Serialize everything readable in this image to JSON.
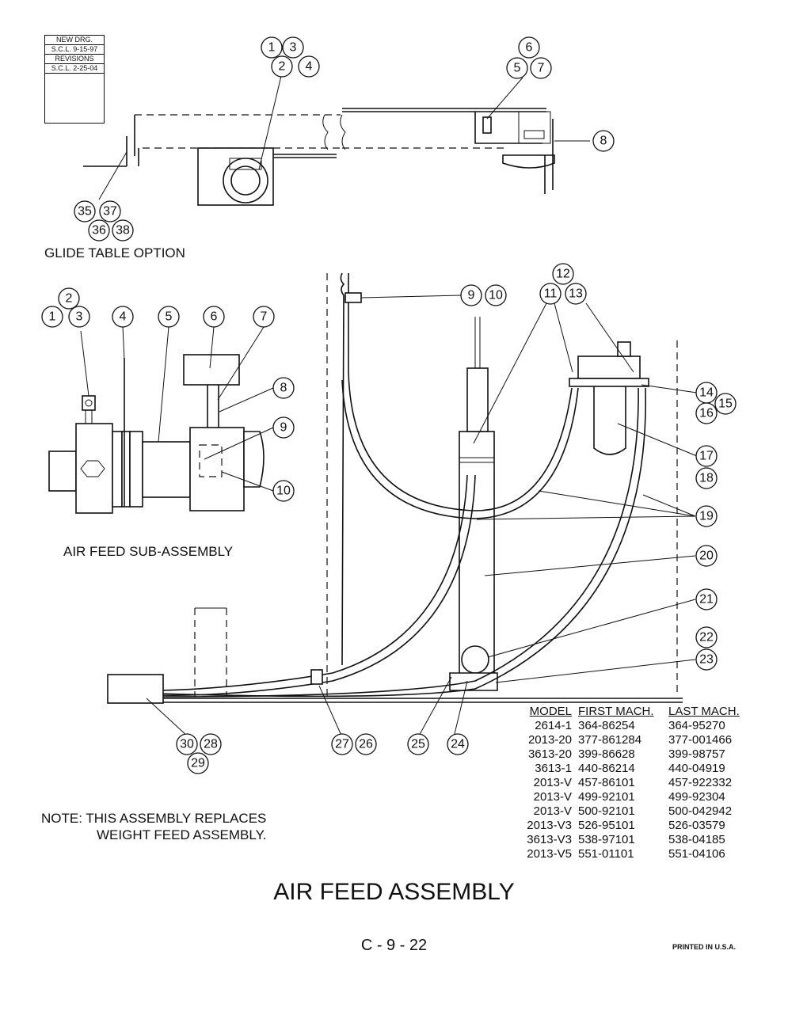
{
  "revisions": {
    "new_drg": "NEW DRG.",
    "new_drg_date": "S.C.L. 9-15-97",
    "header": "REVISIONS",
    "rev_date": "S.C.L. 2-25-04"
  },
  "labels": {
    "glide_table": "GLIDE TABLE OPTION",
    "sub_assembly": "AIR FEED SUB-ASSEMBLY",
    "note_line1": "NOTE:  THIS ASSEMBLY REPLACES",
    "note_line2": "WEIGHT FEED ASSEMBLY."
  },
  "callouts": [
    "1",
    "2",
    "3",
    "4",
    "5",
    "6",
    "7",
    "8",
    "9",
    "10",
    "11",
    "12",
    "13",
    "14",
    "15",
    "16",
    "17",
    "18",
    "19",
    "20",
    "21",
    "22",
    "23",
    "24",
    "25",
    "26",
    "27",
    "28",
    "29",
    "30",
    "35",
    "36",
    "37",
    "38"
  ],
  "model_table": {
    "headers": [
      "MODEL",
      "FIRST MACH.",
      "LAST MACH."
    ],
    "rows": [
      [
        "2614-1",
        "364-86254",
        "364-95270"
      ],
      [
        "2013-20",
        "377-861284",
        "377-001466"
      ],
      [
        "3613-20",
        "399-86628",
        "399-98757"
      ],
      [
        "3613-1",
        "440-86214",
        "440-04919"
      ],
      [
        "2013-V",
        "457-86101",
        "457-922332"
      ],
      [
        "2013-V",
        "499-92101",
        "499-92304"
      ],
      [
        "2013-V",
        "500-92101",
        "500-042942"
      ],
      [
        "2013-V3",
        "526-95101",
        "526-03579"
      ],
      [
        "3613-V3",
        "538-97101",
        "538-04185"
      ],
      [
        "2013-V5",
        "551-01101",
        "551-04106"
      ]
    ]
  },
  "title": "AIR FEED ASSEMBLY",
  "page_number": "C - 9 - 22",
  "printed": "PRINTED IN U.S.A."
}
